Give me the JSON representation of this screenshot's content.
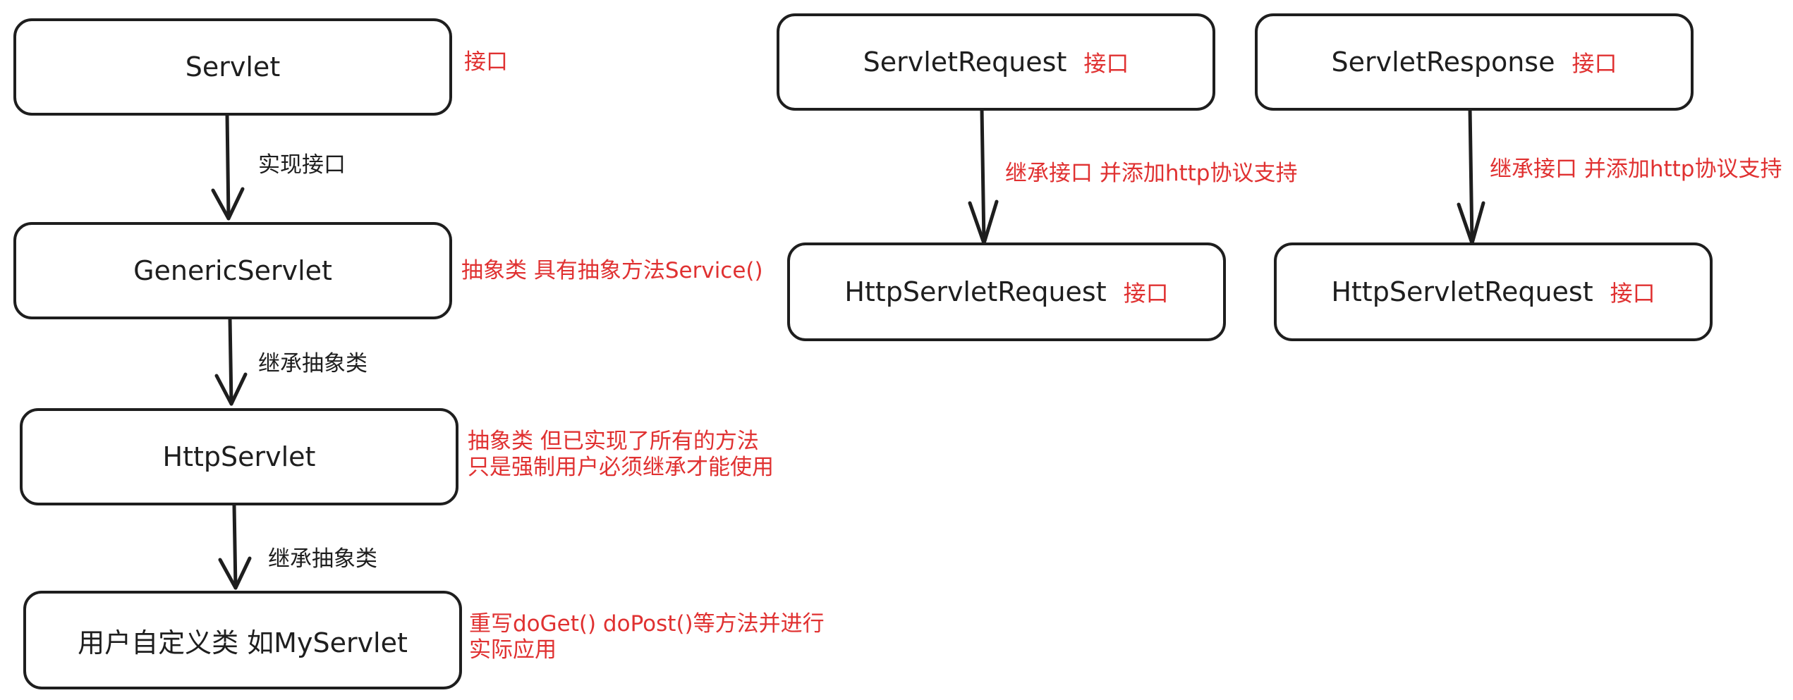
{
  "colors": {
    "stroke": "#1e1e1e",
    "annotation": "#e03131",
    "background": "#ffffff"
  },
  "left_chain": {
    "servlet": {
      "label": "Servlet",
      "note": "接口"
    },
    "generic_servlet": {
      "label": "GenericServlet",
      "note": "抽象类 具有抽象方法Service()"
    },
    "http_servlet": {
      "label": "HttpServlet",
      "note_line1": "抽象类 但已实现了所有的方法",
      "note_line2": "只是强制用户必须继承才能使用"
    },
    "custom_servlet": {
      "label": "用户自定义类 如MyServlet",
      "note_line1": "重写doGet()  doPost()等方法并进行",
      "note_line2": "实际应用"
    },
    "edge1": "实现接口",
    "edge2": "继承抽象类",
    "edge3": "继承抽象类"
  },
  "request_chain": {
    "top": {
      "label": "ServletRequest",
      "tag": "接口"
    },
    "bottom": {
      "label": "HttpServletRequest",
      "tag": "接口"
    },
    "edge": "继承接口 并添加http协议支持"
  },
  "response_chain": {
    "top": {
      "label": "ServletResponse",
      "tag": "接口"
    },
    "bottom": {
      "label": "HttpServletRequest",
      "tag": "接口"
    },
    "edge": "继承接口 并添加http协议支持"
  }
}
